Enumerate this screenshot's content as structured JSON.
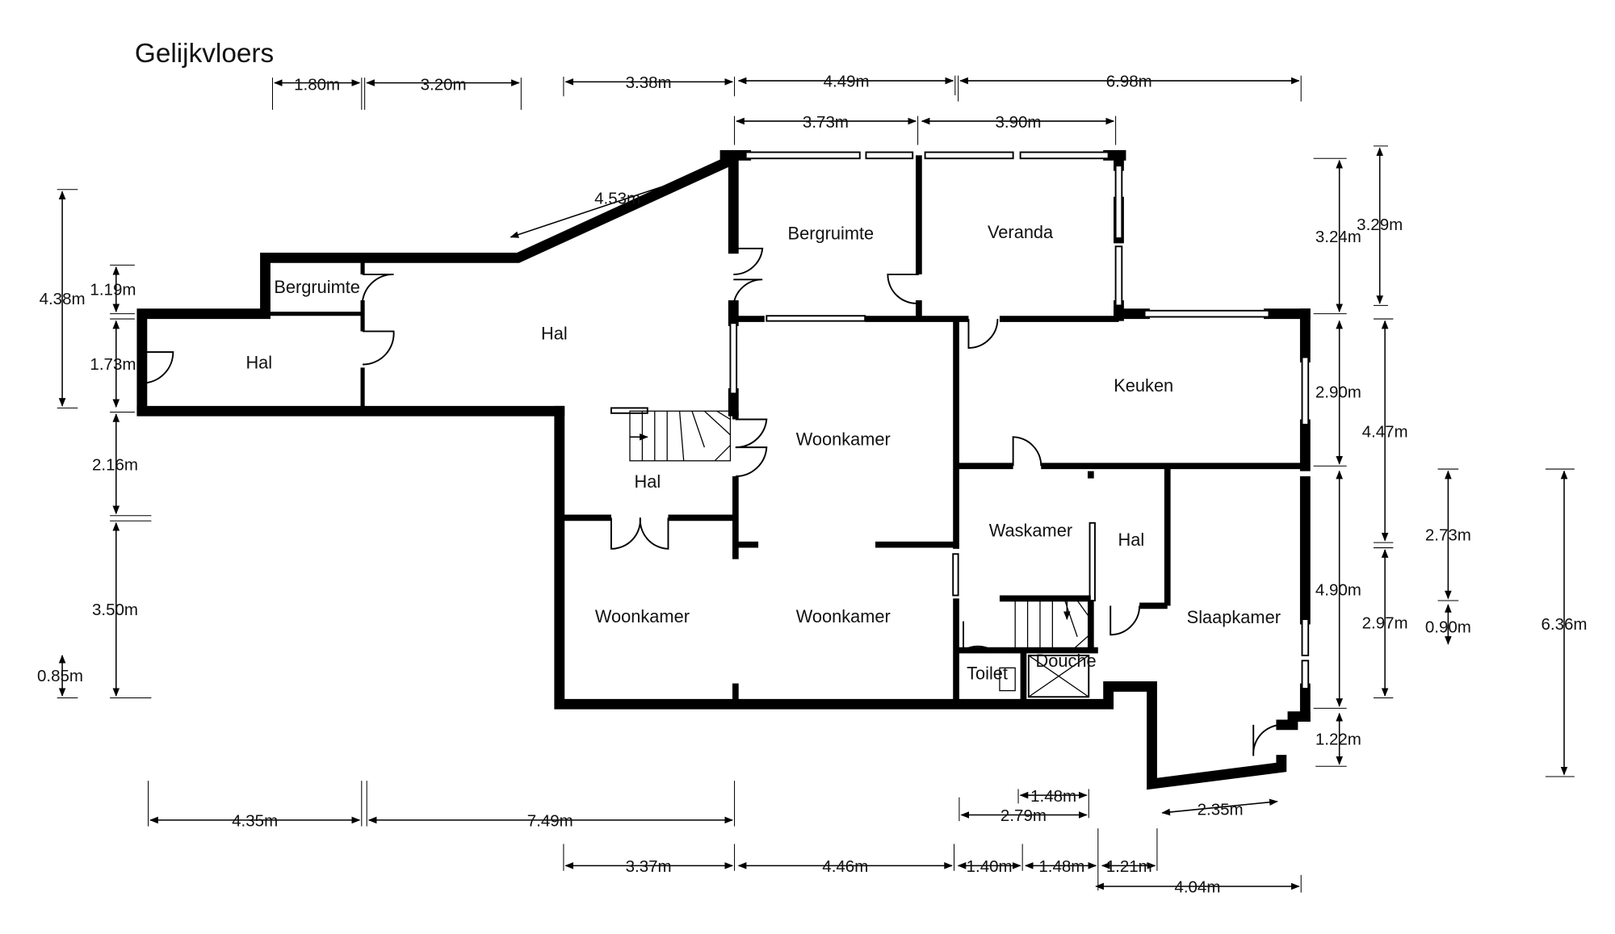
{
  "title": "Gelijkvloers",
  "rooms": {
    "bergruimte_small": "Bergruimte",
    "hal_west": "Hal",
    "hal_main": "Hal",
    "bergruimte_top": "Bergruimte",
    "veranda": "Veranda",
    "keuken": "Keuken",
    "woonkamer_center": "Woonkamer",
    "hal_stair": "Hal",
    "woonkamer_left": "Woonkamer",
    "woonkamer_bottom": "Woonkamer",
    "waskamer": "Waskamer",
    "hal_east": "Hal",
    "slaapkamer": "Slaapkamer",
    "toilet": "Toilet",
    "douche": "Douche"
  },
  "dimensions": {
    "top_1_80": "1.80m",
    "top_3_20": "3.20m",
    "top_3_38": "3.38m",
    "top_4_49": "4.49m",
    "top_6_98": "6.98m",
    "top_3_73": "3.73m",
    "top_3_90": "3.90m",
    "diag_4_53": "4.53m",
    "left_4_38": "4.38m",
    "left_1_19": "1.19m",
    "left_1_73": "1.73m",
    "left_2_16": "2.16m",
    "left_3_50": "3.50m",
    "left_0_85": "0.85m",
    "right_3_24": "3.24m",
    "right_3_29": "3.29m",
    "right_2_90": "2.90m",
    "right_4_47": "4.47m",
    "right_4_90": "4.90m",
    "right_2_73": "2.73m",
    "right_2_97": "2.97m",
    "right_0_90": "0.90m",
    "right_6_36": "6.36m",
    "right_1_22": "1.22m",
    "bot_4_35": "4.35m",
    "bot_7_49": "7.49m",
    "bot_1_48a": "1.48m",
    "bot_2_79": "2.79m",
    "bot_2_35": "2.35m",
    "bot_3_37": "3.37m",
    "bot_4_46": "4.46m",
    "bot_1_40": "1.40m",
    "bot_1_48b": "1.48m",
    "bot_1_21": "1.21m",
    "bot_4_04": "4.04m"
  }
}
